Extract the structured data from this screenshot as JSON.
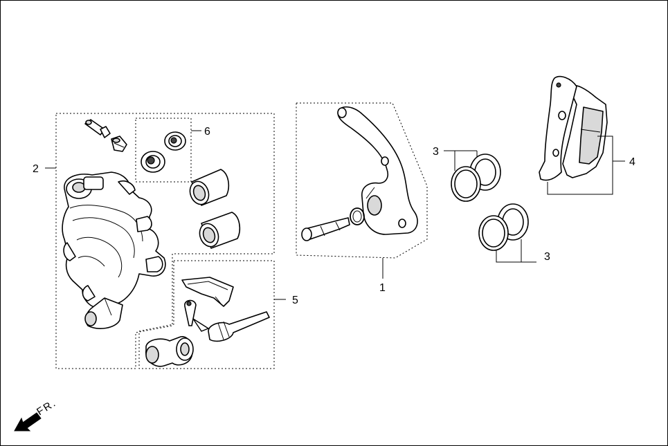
{
  "callouts": {
    "c1": "1",
    "c2": "2",
    "c3a": "3",
    "c3b": "3",
    "c4": "4",
    "c5": "5",
    "c6": "6"
  },
  "direction": {
    "label": "FR."
  }
}
